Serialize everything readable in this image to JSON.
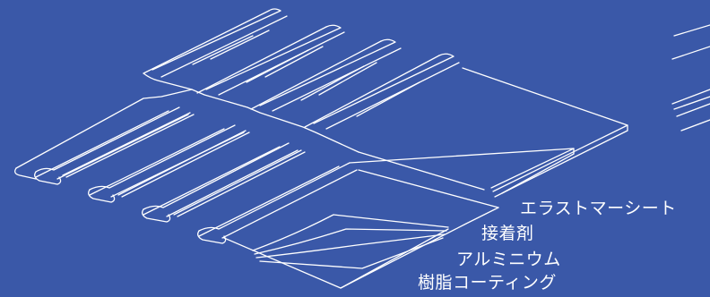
{
  "diagram": {
    "background_color": "#3a58a8",
    "line_color": "#ffffff",
    "layers": [
      {
        "key": "elastomer",
        "label": "エラストマーシート"
      },
      {
        "key": "adhesive",
        "label": "接着剤"
      },
      {
        "key": "aluminium",
        "label": "アルミニウム"
      },
      {
        "key": "resin",
        "label": "樹脂コーティング"
      }
    ]
  }
}
